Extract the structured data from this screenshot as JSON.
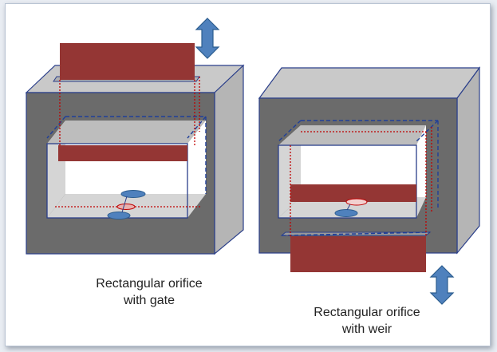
{
  "captions": {
    "gate": {
      "line1": "Rectangular orifice",
      "line2": "with gate"
    },
    "weir": {
      "line1": "Rectangular orifice",
      "line2": "with weir"
    }
  },
  "colors": {
    "block_face": "#6b6b6b",
    "block_top": "#c9c9c9",
    "block_side": "#b5b5b5",
    "opening_inner": "#d5d5d5",
    "gate_plate": "#943634",
    "arrow_fill": "#4f81bd",
    "arrow_stroke": "#2c5d8f",
    "outline_blue": "#2b3f8a",
    "dotted_red": "#c00000",
    "dashed_blue": "#1f3f99"
  },
  "icons": {
    "gate_motion": "double-arrow-vertical-icon",
    "weir_motion": "double-arrow-vertical-icon"
  }
}
